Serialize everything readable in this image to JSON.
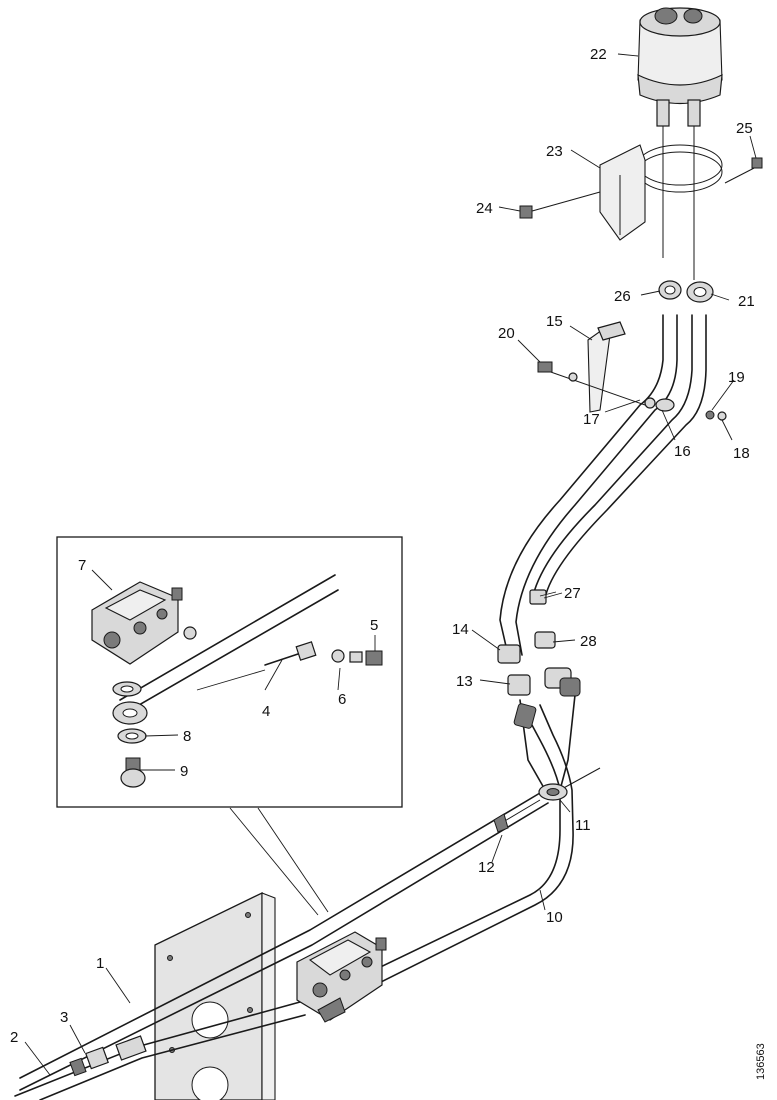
{
  "diagram": {
    "callouts": {
      "c1": "1",
      "c2": "2",
      "c3": "3",
      "c4": "4",
      "c5": "5",
      "c6": "6",
      "c7": "7",
      "c8": "8",
      "c9": "9",
      "c10": "10",
      "c11": "11",
      "c12": "12",
      "c13": "13",
      "c14": "14",
      "c15": "15",
      "c16": "16",
      "c17": "17",
      "c18": "18",
      "c19": "19",
      "c20": "20",
      "c21": "21",
      "c22": "22",
      "c23": "23",
      "c24": "24",
      "c25": "25",
      "c26": "26",
      "c27": "27",
      "c28": "28"
    },
    "drawing_code": "136563"
  }
}
